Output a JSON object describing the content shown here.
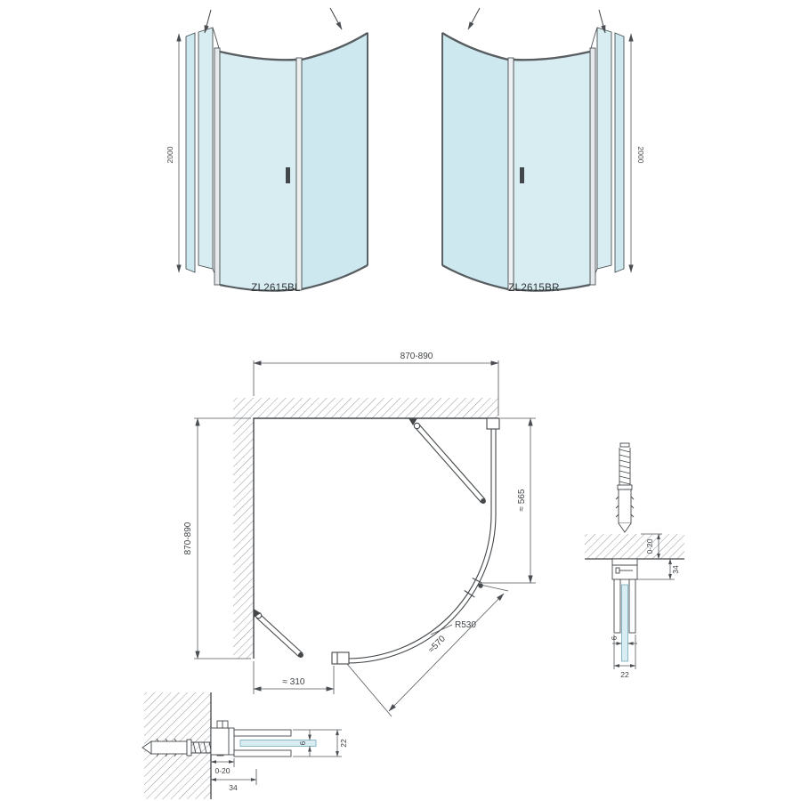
{
  "products": {
    "left": {
      "label": "ZL2615BL",
      "height_dim": "2000"
    },
    "right": {
      "label": "ZL2615BR",
      "height_dim": "2000"
    }
  },
  "plan": {
    "width_dim": "870-890",
    "depth_dim": "870-890",
    "right_dim": "≈ 565",
    "radius_dim": "R530",
    "door_dim": "≈570",
    "entry_dim": "≈ 310"
  },
  "detail_right": {
    "adjust_dim": "0-20",
    "bracket_dim": "34",
    "glass_dim": "6",
    "profile_dim": "22"
  },
  "detail_bottom": {
    "glass_dim": "6",
    "profile_dim": "22",
    "adjust_dim": "0-20",
    "bracket_dim": "34"
  },
  "colors": {
    "glass": "#d8edf2",
    "glass_dark": "#cde8ef",
    "glass_edge": "#74a9ba",
    "line": "#44484b",
    "dim_text": "#3f4346"
  }
}
